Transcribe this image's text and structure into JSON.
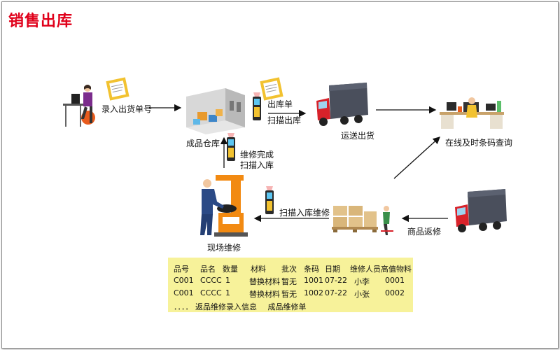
{
  "title": "销售出库",
  "labels": {
    "enter_order": "录入出货单号",
    "warehouse": "成品仓库",
    "out_order": "出库单",
    "scan_out": "扫描出库",
    "shipping": "运送出货",
    "online_query": "在线及时条码查询",
    "repair_done_1": "维修完成",
    "repair_done_2": "扫描入库",
    "scan_in_repair": "扫描入库维修",
    "onsite_repair": "现场维修",
    "return_repair": "商品返修"
  },
  "table": {
    "headers": [
      "品号",
      "品名",
      "数量",
      "材料",
      "批次",
      "条码",
      "日期",
      "维修人员",
      "高值物料"
    ],
    "rows": [
      [
        "C001",
        "CCCC",
        "1",
        "替换材料",
        "暂无",
        "1001",
        "07-22",
        "小李",
        "0001"
      ],
      [
        "C001",
        "CCCC",
        "1",
        "替换材料",
        "暂无",
        "1002",
        "07-22",
        "小张",
        "0002"
      ]
    ],
    "footer_dots": "．．．．",
    "footer_1": "返品维修录入信息",
    "footer_2": "成品维修单"
  },
  "colors": {
    "title": "#e0001a",
    "table_bg": "#f7f29a",
    "truck_cab": "#d8222a",
    "truck_box": "#4a4f5c",
    "machine": "#f28a12",
    "worker": "#2b4a86"
  }
}
